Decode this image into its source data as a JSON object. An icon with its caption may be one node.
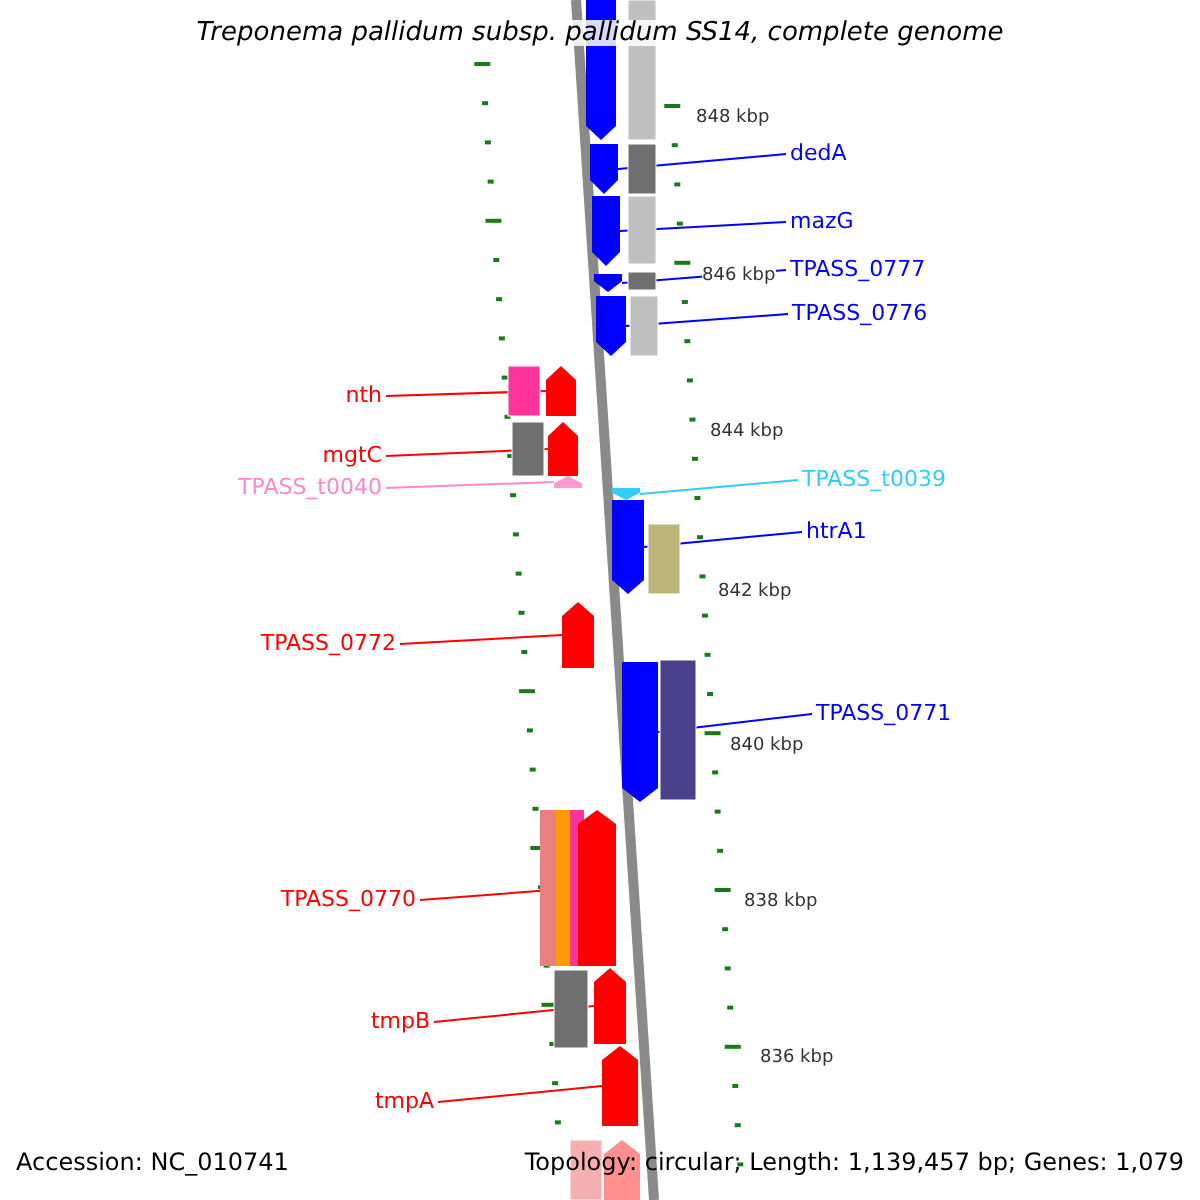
{
  "diagram": {
    "title": "Treponema pallidum subsp. pallidum SS14, complete genome",
    "nodes": [
      {
        "text": [
          "dedA"
        ]
      },
      {
        "text": [],
        "shape": "arrow"
      },
      {
        "text": [
          "mazG"
        ]
      },
      {
        "text": [],
        "shape": "arrow"
      },
      {
        "text": [
          "TPASS_0777"
        ]
      },
      {
        "text": [],
        "shape": "arrow"
      },
      {
        "text": [
          "TPASS_0776"
        ]
      },
      {
        "text": [],
        "shape": "arrow"
      },
      {
        "text": [
          "nth"
        ]
      },
      {
        "text": [],
        "shape": "arrow"
      },
      {
        "text": [
          "mgtC"
        ]
      },
      {
        "text": [],
        "shape": "arrow"
      },
      {
        "text": [
          "TPASS_t0040"
        ]
      },
      {
        "text": [],
        "shape": "arrow"
      },
      {
        "text": [
          "TPASS_t0039"
        ]
      },
      {
        "text": [],
        "shape": "arrow"
      },
      {
        "text": [
          "htrA1"
        ]
      },
      {
        "text": [],
        "shape": "arrow"
      },
      {
        "text": [
          "TPASS_0772"
        ]
      },
      {
        "text": [],
        "shape": "arrow"
      },
      {
        "text": [
          "TPASS_0771"
        ]
      },
      {
        "text": [],
        "shape": "arrow"
      },
      {
        "text": [
          "TPASS_0770"
        ]
      },
      {
        "text": [],
        "shape": "arrow"
      },
      {
        "text": [
          "tmpB"
        ]
      },
      {
        "text": [],
        "shape": "arrow"
      },
      {
        "text": [
          "tmpA"
        ]
      },
      {
        "text": [],
        "shape": "arrow"
      }
    ],
    "edges": [
      {
        "from": 0,
        "to": 1,
        "arrow": "none",
        "color": "#0000ff"
      },
      {
        "from": 2,
        "to": 3,
        "arrow": "none",
        "color": "#0000ff"
      },
      {
        "from": 4,
        "to": 5,
        "arrow": "none",
        "color": "#0000ff"
      },
      {
        "from": 6,
        "to": 7,
        "arrow": "none",
        "color": "#0000ff"
      },
      {
        "from": 8,
        "to": 9,
        "arrow": "none",
        "color": "#ff0000"
      },
      {
        "from": 10,
        "to": 11,
        "arrow": "none",
        "color": "#ff0000"
      },
      {
        "from": 12,
        "to": 13,
        "arrow": "none",
        "color": "#ff88cc"
      },
      {
        "from": 14,
        "to": 15,
        "arrow": "none",
        "color": "#33ccff"
      },
      {
        "from": 16,
        "to": 17,
        "arrow": "none",
        "color": "#0000ff"
      },
      {
        "from": 18,
        "to": 19,
        "arrow": "none",
        "color": "#ff0000"
      },
      {
        "from": 20,
        "to": 21,
        "arrow": "none",
        "color": "#0000ff"
      },
      {
        "from": 22,
        "to": 23,
        "arrow": "none",
        "color": "#ff0000"
      },
      {
        "from": 24,
        "to": 25,
        "arrow": "none",
        "color": "#ff0000"
      },
      {
        "from": 26,
        "to": 27,
        "arrow": "none",
        "color": "#ff0000"
      }
    ],
    "labels": [
      "848 kbp",
      "846 kbp",
      "844 kbp",
      "842 kbp",
      "840 kbp",
      "838 kbp",
      "836 kbp",
      "Accession: NC_010741",
      "Topology: circular; Length: 1,139,457 bp; Genes: 1,079"
    ]
  }
}
